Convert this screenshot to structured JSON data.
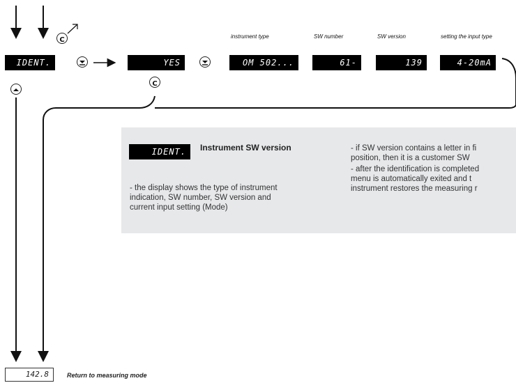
{
  "displays": {
    "ident": "IDENT.",
    "yes": "YES",
    "type": "OM 502...",
    "sw_number": "61-",
    "sw_version": "139",
    "input": "4-20mA"
  },
  "labels": {
    "instrument_type": "instrument type",
    "sw_number": "SW number",
    "sw_version": "SW version",
    "input_type": "setting the input type"
  },
  "panel": {
    "display": "IDENT.",
    "title": "Instrument SW version",
    "left_text": [
      "- the display shows the type of instrument",
      "  indication, SW number, SW version and",
      "  current input setting (Mode)"
    ],
    "right_text": [
      "- if SW version contains a letter in fi",
      "  position, then it is a customer SW",
      "- after the identification is completed",
      "  menu is automatically exited and t",
      "  instrument restores the measuring r"
    ]
  },
  "footer": {
    "measuring_value": "142.8",
    "return_label": "Return to measuring mode"
  },
  "icons": {
    "confirm": "c-circle-icon",
    "down": "down-button-icon",
    "up": "up-button-icon"
  }
}
